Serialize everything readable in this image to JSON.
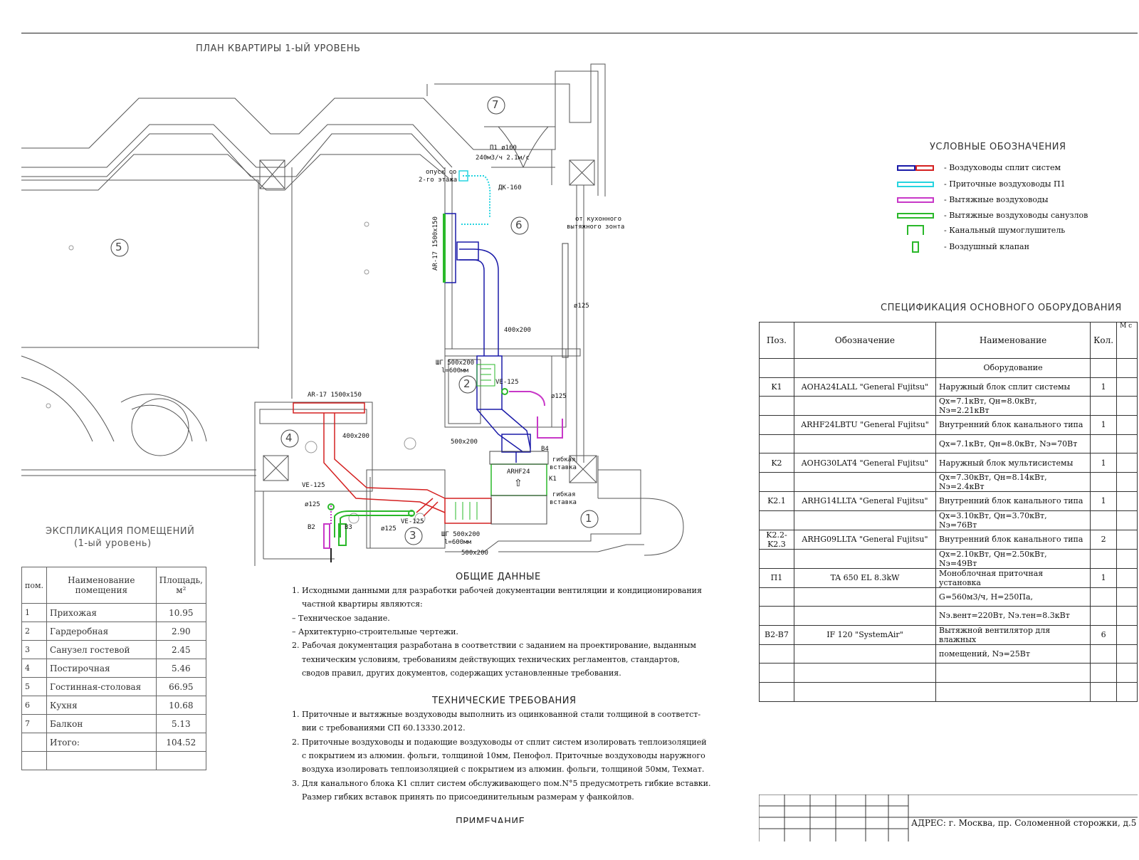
{
  "plan": {
    "title": "ПЛАН КВАРТИРЫ 1-ЫЙ УРОВЕНЬ",
    "rooms": [
      "1",
      "2",
      "3",
      "4",
      "5",
      "6",
      "7"
    ],
    "labels": {
      "p1": "П1 ø160",
      "p1_flow": "240м3/ч 2.1м/с",
      "opusk_1": "опуск со",
      "opusk_2": "2-го этажа",
      "dk": "ДК-160",
      "kitchen_1": "от кухонного",
      "kitchen_2": "вытяжного зонта",
      "ar17_vert": "AR-17 1500x150",
      "ar17_horiz": "AR-17 1500x150",
      "d125_a": "ø125",
      "d400_a": "400x200",
      "shg_a_1": "ШГ 500x200",
      "shg_a_2": "l=600мм",
      "ve125_a": "VE-125",
      "d125_b": "ø125",
      "d400_b": "400x200",
      "d500_a": "500x200",
      "b4": "B4",
      "flex_1a": "гибкая",
      "flex_1b": "вставка",
      "arhf24": "ARHF24",
      "k1": "K1",
      "flex_2a": "гибкая",
      "flex_2b": "вставка",
      "ve125_b": "VE-125",
      "d125_c": "ø125",
      "b2": "B2",
      "b3": "B3",
      "d125_d": "ø125",
      "ve125_c": "VE-125",
      "shg_b_1": "ШГ 500x200",
      "shg_b_2": "l=600мм",
      "d500_b": "500x200"
    }
  },
  "legend": {
    "title": "УСЛОВНЫЕ ОБОЗНАЧЕНИЯ",
    "items": [
      {
        "label": "- Воздуховоды сплит систем",
        "icon": "split-duct-icon",
        "colors": [
          "#1a1aa8",
          "#d42020"
        ]
      },
      {
        "label": "- Приточные воздуховоды П1",
        "icon": "supply-duct-icon",
        "colors": [
          "#26d4e0"
        ]
      },
      {
        "label": "- Вытяжные воздуховоды",
        "icon": "exhaust-duct-icon",
        "colors": [
          "#c838c8"
        ]
      },
      {
        "label": "- Вытяжные воздуховоды санузлов",
        "icon": "bathroom-exhaust-duct-icon",
        "colors": [
          "#2ab82a"
        ]
      },
      {
        "label": "- Канальный шумоглушитель",
        "icon": "silencer-icon",
        "colors": [
          "#2ab82a"
        ]
      },
      {
        "label": "- Воздушный клапан",
        "icon": "air-valve-icon",
        "colors": [
          "#2ab82a"
        ]
      }
    ]
  },
  "spec": {
    "title": "СПЕЦИФИКАЦИЯ ОСНОВНОГО ОБОРУДОВАНИЯ",
    "headers": [
      "Поз.",
      "Обозначение",
      "Наименование",
      "Кол.",
      "М с"
    ],
    "section": "Оборудование",
    "rows": [
      [
        "K1",
        "AOHA24LALL \"General Fujitsu\"",
        "Наружный блок сплит системы",
        "1"
      ],
      [
        "",
        "",
        "Qx=7.1кВт, Qн=8.0кВт, Nэ=2.21кВт",
        ""
      ],
      [
        "",
        "ARHF24LBTU \"General Fujitsu\"",
        "Внутренний блок канального типа",
        "1"
      ],
      [
        "",
        "",
        "Qx=7.1кВт, Qн=8.0кВт, Nэ=70Вт",
        ""
      ],
      [
        "K2",
        "AOHG30LAT4 \"General Fujitsu\"",
        "Наружный блок мультисистемы",
        "1"
      ],
      [
        "",
        "",
        "Qx=7.30кВт, Qн=8.14кВт, Nэ=2.4кВт",
        ""
      ],
      [
        "K2.1",
        "ARHG14LLTA \"General Fujitsu\"",
        "Внутренний блок канального типа",
        "1"
      ],
      [
        "",
        "",
        "Qx=3.10кВт, Qн=3.70кВт, Nэ=76Вт",
        ""
      ],
      [
        "K2.2-K2.3",
        "ARHG09LLTA \"General Fujitsu\"",
        "Внутренний блок канального типа",
        "2"
      ],
      [
        "",
        "",
        "Qx=2.10кВт, Qн=2.50кВт, Nэ=49Вт",
        ""
      ],
      [
        "П1",
        "TA 650 EL 8.3kW",
        "Моноблочная приточная установка",
        "1"
      ],
      [
        "",
        "",
        "G=560м3/ч, H=250Па,",
        ""
      ],
      [
        "",
        "",
        "Nэ.вент=220Вт, Nэ.тен=8.3кВт",
        ""
      ],
      [
        "B2-B7",
        "IF 120 \"SystemAir\"",
        "Вытяжной вентилятор для влажных",
        "6"
      ],
      [
        "",
        "",
        "помещений, Nэ=25Вт",
        ""
      ],
      [
        "",
        "",
        "",
        ""
      ],
      [
        "",
        "",
        "",
        ""
      ]
    ]
  },
  "explication": {
    "title": "ЭКСПЛИКАЦИЯ ПОМЕЩЕНИЙ",
    "subtitle": "(1-ый уровень)",
    "headers": [
      "пом.",
      "Наименование помещения",
      "Площадь, м²"
    ],
    "rows": [
      [
        "1",
        "Прихожая",
        "10.95"
      ],
      [
        "2",
        "Гардеробная",
        "2.90"
      ],
      [
        "3",
        "Санузел гостевой",
        "2.45"
      ],
      [
        "4",
        "Постирочная",
        "5.46"
      ],
      [
        "5",
        "Гостинная-столовая",
        "66.95"
      ],
      [
        "6",
        "Кухня",
        "10.68"
      ],
      [
        "7",
        "Балкон",
        "5.13"
      ],
      [
        "",
        "Итого:",
        "104.52"
      ],
      [
        "",
        "",
        ""
      ]
    ]
  },
  "general": {
    "title": "ОБЩИЕ ДАННЫЕ",
    "lines": [
      "1. Исходными данными для разработки рабочей документации вентиляции и кондиционирования",
      "    частной квартиры являются:",
      "– Техническое задание.",
      "– Архитектурно-строительные чертежи.",
      "2. Рабочая документация разработана в соответствии с заданием на проектирование, выданным",
      "    техническим условиям, требованиям действующих технических регламентов, стандартов,",
      "    сводов правил, других документов, содержащих установленные требования."
    ]
  },
  "tech": {
    "title": "ТЕХНИЧЕСКИЕ ТРЕБОВАНИЯ",
    "lines": [
      "1. Приточные и вытяжные воздуховоды выполнить из оцинкованной стали толщиной в соответст-",
      "    вии с требованиями СП 60.13330.2012.",
      "2. Приточные воздуховоды и подающие воздуховоды от сплит систем изолировать теплоизоляцией",
      "    с покрытием из алюмин. фольги, толщиной 10мм, Пенофол. Приточные воздуховоды наружного",
      "    воздуха изолировать теплоизоляцией с покрытием из алюмин. фольги, толщиной 50мм, Техмат.",
      "3. Для канального блока K1 сплит систем обслуживающего пом.N°5 предусмотреть гибкие вставки.",
      "    Размер гибких вставок принять по присоединительным размерам у фанкойлов."
    ],
    "next_title": "ПРИМЕЧАНИЕ"
  },
  "stamp": {
    "address": "АДРЕС: г. Москва, пр. Соломенной сторожки, д.5"
  }
}
